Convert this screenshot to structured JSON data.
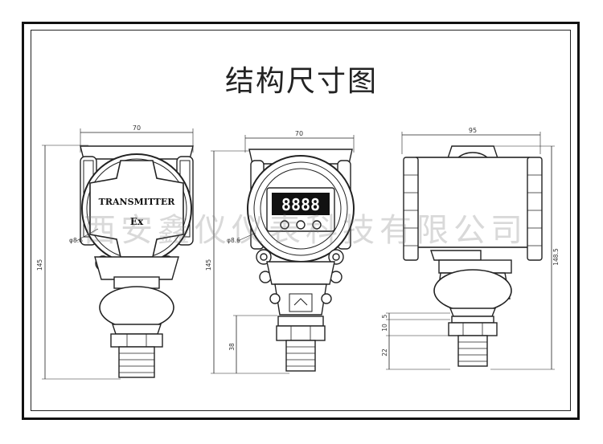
{
  "title": "结构尺寸图",
  "watermark": "西安鑫仪仪表科技有限公司",
  "views": {
    "left": {
      "label_main": "TRANSMITTER",
      "label_sub": "Ex",
      "dim_width": "70",
      "dim_height": "145",
      "dim_diameter": "φ8.6"
    },
    "middle": {
      "display": "8888",
      "dim_width": "70",
      "dim_height": "145",
      "dim_diameter": "φ8.6",
      "dim_thread": "38"
    },
    "right": {
      "dim_width": "95",
      "dim_height": "148.5",
      "dim_a": "5",
      "dim_b": "10",
      "dim_c": "22"
    }
  }
}
